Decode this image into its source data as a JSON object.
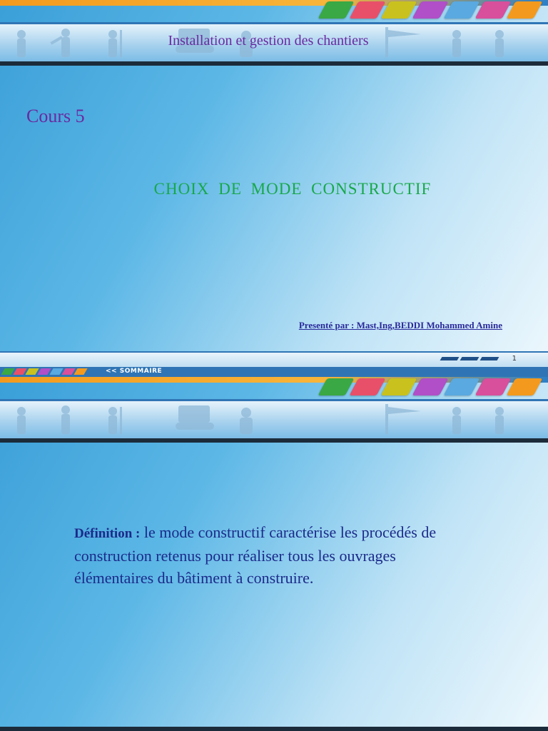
{
  "slide1": {
    "header_title": "Installation et gestion des chantiers",
    "course_label": "Cours 5",
    "subtitle": "CHOIX  DE  MODE  CONSTRUCTIF",
    "presenter": "Presenté par : Mast,Ing,BEDDI Mohammed Amine",
    "page_number": "1",
    "nav_label": "<< SOMMAIRE"
  },
  "slide2": {
    "definition_label": "Définition :",
    "definition_text": " le mode constructif caractérise les procédés de construction retenus pour réaliser tous les ouvrages élémentaires du bâtiment à construire."
  },
  "colors": {
    "stripes": [
      "#3aa844",
      "#e8506a",
      "#c9c21e",
      "#b04fc8",
      "#5aa9e0",
      "#d84f9c",
      "#f39a1e"
    ],
    "title_purple": "#6a2aa0",
    "subtitle_green": "#18a84a",
    "text_navy": "#1b2a8a"
  },
  "icons": [
    "construction-workers-silhouette",
    "crane-silhouette",
    "excavator-silhouette"
  ]
}
